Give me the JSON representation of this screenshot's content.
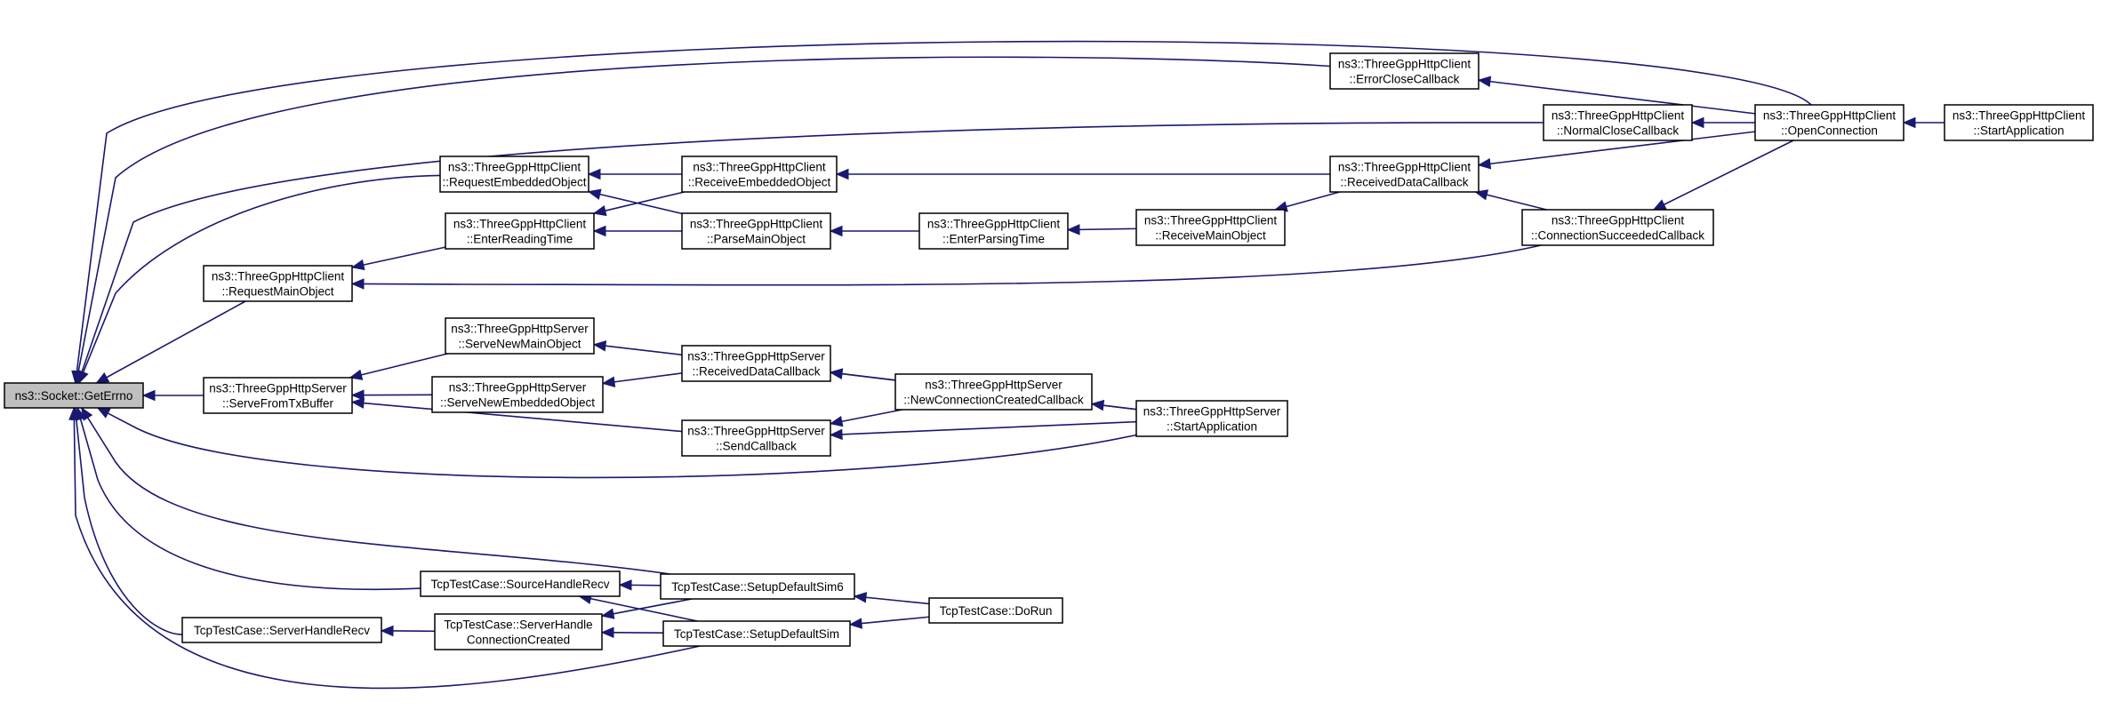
{
  "colors": {
    "edge": "#191970",
    "node_fill": "#ffffff",
    "root_fill": "#bfbfbf",
    "border": "#000000"
  },
  "nodes": [
    {
      "id": "root",
      "lines": [
        "ns3::Socket::GetErrno"
      ],
      "root": true
    },
    {
      "id": "cli_req_emb",
      "lines": [
        "ns3::ThreeGppHttpClient",
        "::RequestEmbeddedObject"
      ]
    },
    {
      "id": "cli_enter_read",
      "lines": [
        "ns3::ThreeGppHttpClient",
        "::EnterReadingTime"
      ]
    },
    {
      "id": "cli_req_main",
      "lines": [
        "ns3::ThreeGppHttpClient",
        "::RequestMainObject"
      ]
    },
    {
      "id": "srv_serve_tx",
      "lines": [
        "ns3::ThreeGppHttpServer",
        "::ServeFromTxBuffer"
      ]
    },
    {
      "id": "srv_serve_main",
      "lines": [
        "ns3::ThreeGppHttpServer",
        "::ServeNewMainObject"
      ]
    },
    {
      "id": "srv_serve_emb",
      "lines": [
        "ns3::ThreeGppHttpServer",
        "::ServeNewEmbeddedObject"
      ]
    },
    {
      "id": "cli_recv_emb",
      "lines": [
        "ns3::ThreeGppHttpClient",
        "::ReceiveEmbeddedObject"
      ]
    },
    {
      "id": "cli_parse_main",
      "lines": [
        "ns3::ThreeGppHttpClient",
        "::ParseMainObject"
      ]
    },
    {
      "id": "cli_enter_parse",
      "lines": [
        "ns3::ThreeGppHttpClient",
        "::EnterParsingTime"
      ]
    },
    {
      "id": "cli_recv_main",
      "lines": [
        "ns3::ThreeGppHttpClient",
        "::ReceiveMainObject"
      ]
    },
    {
      "id": "cli_recv_data",
      "lines": [
        "ns3::ThreeGppHttpClient",
        "::ReceivedDataCallback"
      ]
    },
    {
      "id": "cli_err_close",
      "lines": [
        "ns3::ThreeGppHttpClient",
        "::ErrorCloseCallback"
      ]
    },
    {
      "id": "cli_norm_close",
      "lines": [
        "ns3::ThreeGppHttpClient",
        "::NormalCloseCallback"
      ]
    },
    {
      "id": "cli_conn_succ",
      "lines": [
        "ns3::ThreeGppHttpClient",
        "::ConnectionSucceededCallback"
      ]
    },
    {
      "id": "cli_open_conn",
      "lines": [
        "ns3::ThreeGppHttpClient",
        "::OpenConnection"
      ]
    },
    {
      "id": "cli_start_app",
      "lines": [
        "ns3::ThreeGppHttpClient",
        "::StartApplication"
      ]
    },
    {
      "id": "srv_recv_data",
      "lines": [
        "ns3::ThreeGppHttpServer",
        "::ReceivedDataCallback"
      ]
    },
    {
      "id": "srv_send_cb",
      "lines": [
        "ns3::ThreeGppHttpServer",
        "::SendCallback"
      ]
    },
    {
      "id": "srv_new_conn",
      "lines": [
        "ns3::ThreeGppHttpServer",
        "::NewConnectionCreatedCallback"
      ]
    },
    {
      "id": "srv_start_app",
      "lines": [
        "ns3::ThreeGppHttpServer",
        "::StartApplication"
      ]
    },
    {
      "id": "tcp_src_recv",
      "lines": [
        "TcpTestCase::SourceHandleRecv"
      ]
    },
    {
      "id": "tcp_srv_recv",
      "lines": [
        "TcpTestCase::ServerHandleRecv"
      ]
    },
    {
      "id": "tcp_srv_conn",
      "lines": [
        "TcpTestCase::ServerHandle",
        "ConnectionCreated"
      ]
    },
    {
      "id": "tcp_setup6",
      "lines": [
        "TcpTestCase::SetupDefaultSim6"
      ]
    },
    {
      "id": "tcp_setup",
      "lines": [
        "TcpTestCase::SetupDefaultSim"
      ]
    },
    {
      "id": "tcp_dorun",
      "lines": [
        "TcpTestCase::DoRun"
      ]
    }
  ],
  "edges": [
    {
      "from": "cli_req_emb",
      "to": "root"
    },
    {
      "from": "cli_req_main",
      "to": "root"
    },
    {
      "from": "srv_serve_tx",
      "to": "root"
    },
    {
      "from": "cli_err_close",
      "to": "root"
    },
    {
      "from": "cli_norm_close",
      "to": "root"
    },
    {
      "from": "cli_open_conn",
      "to": "root"
    },
    {
      "from": "cli_conn_succ",
      "to": "cli_req_main"
    },
    {
      "from": "srv_start_app",
      "to": "root"
    },
    {
      "from": "tcp_src_recv",
      "to": "root"
    },
    {
      "from": "tcp_srv_recv",
      "to": "root"
    },
    {
      "from": "tcp_setup6",
      "to": "root"
    },
    {
      "from": "tcp_setup",
      "to": "root"
    },
    {
      "from": "cli_enter_read",
      "to": "cli_req_main"
    },
    {
      "from": "cli_recv_emb",
      "to": "cli_req_emb"
    },
    {
      "from": "cli_parse_main",
      "to": "cli_req_emb"
    },
    {
      "from": "cli_recv_emb",
      "to": "cli_enter_read"
    },
    {
      "from": "cli_parse_main",
      "to": "cli_enter_read"
    },
    {
      "from": "cli_recv_data",
      "to": "cli_recv_emb"
    },
    {
      "from": "cli_enter_parse",
      "to": "cli_parse_main"
    },
    {
      "from": "cli_recv_main",
      "to": "cli_enter_parse"
    },
    {
      "from": "cli_recv_data",
      "to": "cli_recv_main"
    },
    {
      "from": "cli_open_conn",
      "to": "cli_err_close"
    },
    {
      "from": "cli_open_conn",
      "to": "cli_norm_close"
    },
    {
      "from": "cli_open_conn",
      "to": "cli_recv_data"
    },
    {
      "from": "cli_conn_succ",
      "to": "cli_recv_data"
    },
    {
      "from": "cli_open_conn",
      "to": "cli_conn_succ"
    },
    {
      "from": "cli_start_app",
      "to": "cli_open_conn"
    },
    {
      "from": "srv_serve_main",
      "to": "srv_serve_tx"
    },
    {
      "from": "srv_serve_emb",
      "to": "srv_serve_tx"
    },
    {
      "from": "srv_send_cb",
      "to": "srv_serve_tx"
    },
    {
      "from": "srv_recv_data",
      "to": "srv_serve_main"
    },
    {
      "from": "srv_recv_data",
      "to": "srv_serve_emb"
    },
    {
      "from": "srv_new_conn",
      "to": "srv_recv_data"
    },
    {
      "from": "srv_start_app",
      "to": "srv_recv_data"
    },
    {
      "from": "srv_new_conn",
      "to": "srv_send_cb"
    },
    {
      "from": "srv_start_app",
      "to": "srv_send_cb"
    },
    {
      "from": "srv_start_app",
      "to": "srv_new_conn"
    },
    {
      "from": "tcp_setup6",
      "to": "tcp_src_recv"
    },
    {
      "from": "tcp_setup",
      "to": "tcp_src_recv"
    },
    {
      "from": "tcp_srv_conn",
      "to": "tcp_srv_recv"
    },
    {
      "from": "tcp_setup6",
      "to": "tcp_srv_conn"
    },
    {
      "from": "tcp_setup",
      "to": "tcp_srv_conn"
    },
    {
      "from": "tcp_dorun",
      "to": "tcp_setup6"
    },
    {
      "from": "tcp_dorun",
      "to": "tcp_setup"
    }
  ]
}
